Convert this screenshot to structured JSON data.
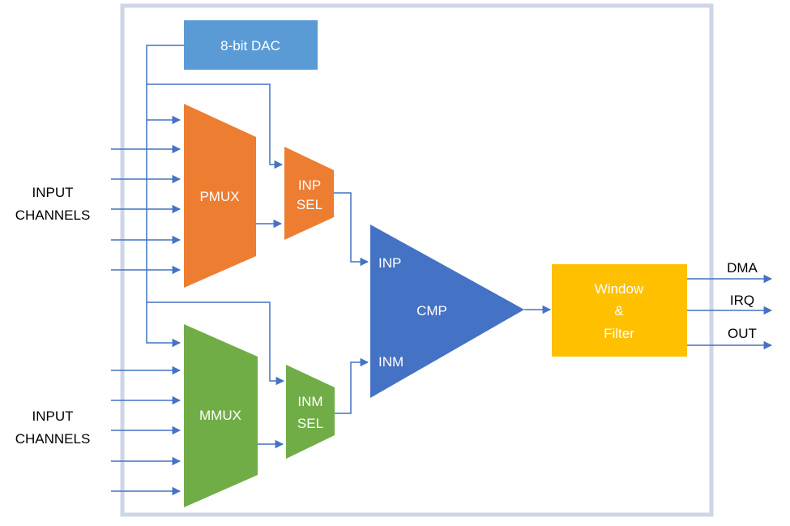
{
  "colors": {
    "frame": "#cdd6e6",
    "wire": "#4472c4",
    "dac": "#5b9bd5",
    "pmux": "#ed7d31",
    "mmux": "#70ad47",
    "cmp": "#4472c4",
    "window_filter": "#ffc000"
  },
  "dac": {
    "label": "8-bit DAC"
  },
  "pmux": {
    "label": "PMUX"
  },
  "mmux": {
    "label": "MMUX"
  },
  "inp_sel": {
    "line1": "INP",
    "line2": "SEL"
  },
  "inm_sel": {
    "line1": "INM",
    "line2": "SEL"
  },
  "cmp": {
    "label": "CMP",
    "input_plus": "INP",
    "input_minus": "INM"
  },
  "window_filter": {
    "line1": "Window",
    "line2": "&",
    "line3": "Filter"
  },
  "input_groups": [
    {
      "line1": "INPUT",
      "line2": "CHANNELS"
    },
    {
      "line1": "INPUT",
      "line2": "CHANNELS"
    }
  ],
  "outputs": [
    "DMA",
    "IRQ",
    "OUT"
  ]
}
